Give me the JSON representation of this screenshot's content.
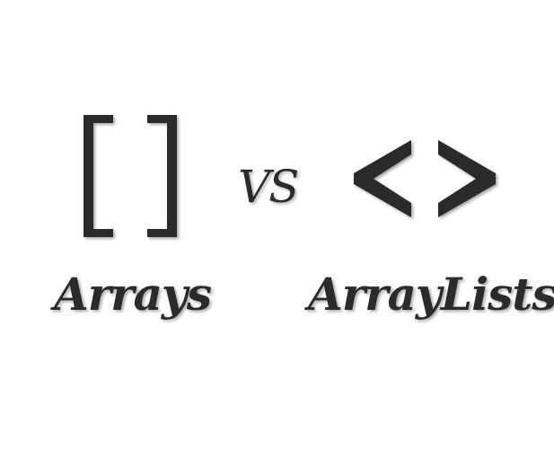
{
  "left": {
    "icon": "square-brackets-icon",
    "label": "Arrays"
  },
  "separator": "VS",
  "right": {
    "icon": "angle-brackets-icon",
    "label": "ArrayLists"
  },
  "colors": {
    "glyph": "#2a2a2a",
    "background": "#ffffff"
  }
}
